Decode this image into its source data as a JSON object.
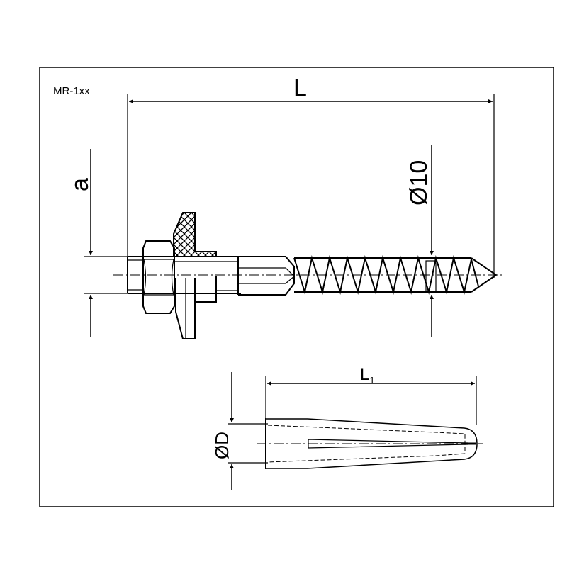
{
  "drawing": {
    "model_code": "MR-1xx",
    "dimensions": {
      "overall_length": "L",
      "head_offset": "a",
      "thread_diameter": "Ø10",
      "dowel_length_main": "L",
      "dowel_length_sub": "1",
      "dowel_diameter": "ØD"
    }
  }
}
